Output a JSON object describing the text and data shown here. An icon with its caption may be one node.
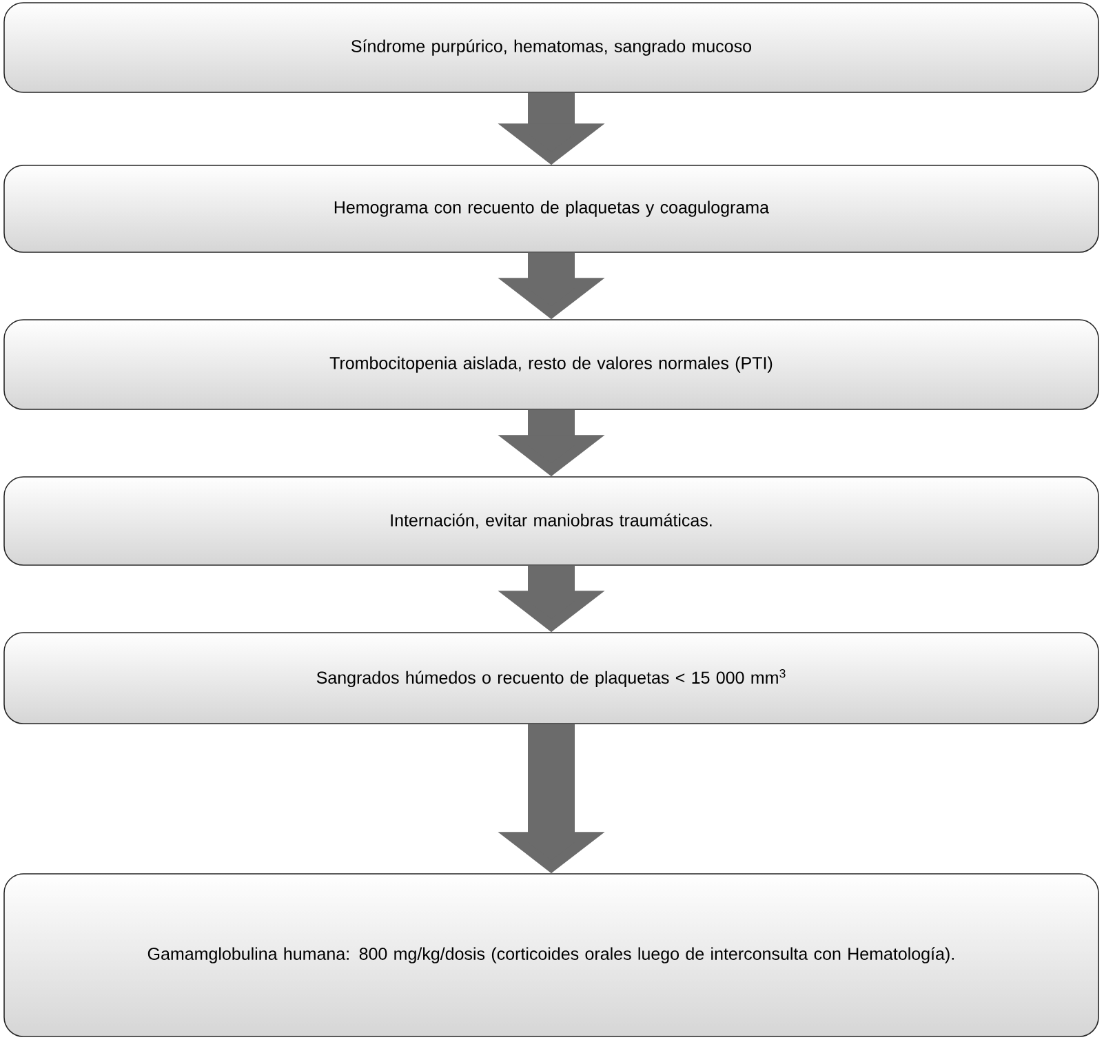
{
  "diagram": {
    "nodes": [
      {
        "text": [
          "Síndrome purpúrico, hematomas, sangrado mucoso"
        ]
      },
      {
        "text": [
          "Hemograma con recuento de plaquetas y coagulograma"
        ]
      },
      {
        "text": [
          "Trombocitopenia aislada, resto de valores normales (PTI)"
        ]
      },
      {
        "text": [
          "Internación, evitar maniobras traumáticas."
        ]
      },
      {
        "text": [
          "Sangrados húmedos o recuento de plaquetas < 15 000 mm$^{3}$"
        ]
      },
      {
        "text": [
          "Gamamglobulina humana: 800 mg/kg/dosis (corticoides orales luego de interconsulta con Hematología)."
        ]
      }
    ],
    "edges": [
      {
        "from": 0,
        "to": 1,
        "arrow": "to"
      },
      {
        "from": 1,
        "to": 2,
        "arrow": "to"
      },
      {
        "from": 2,
        "to": 3,
        "arrow": "to"
      },
      {
        "from": 3,
        "to": 4,
        "arrow": "to"
      },
      {
        "from": 4,
        "to": 5,
        "arrow": "to"
      }
    ]
  }
}
